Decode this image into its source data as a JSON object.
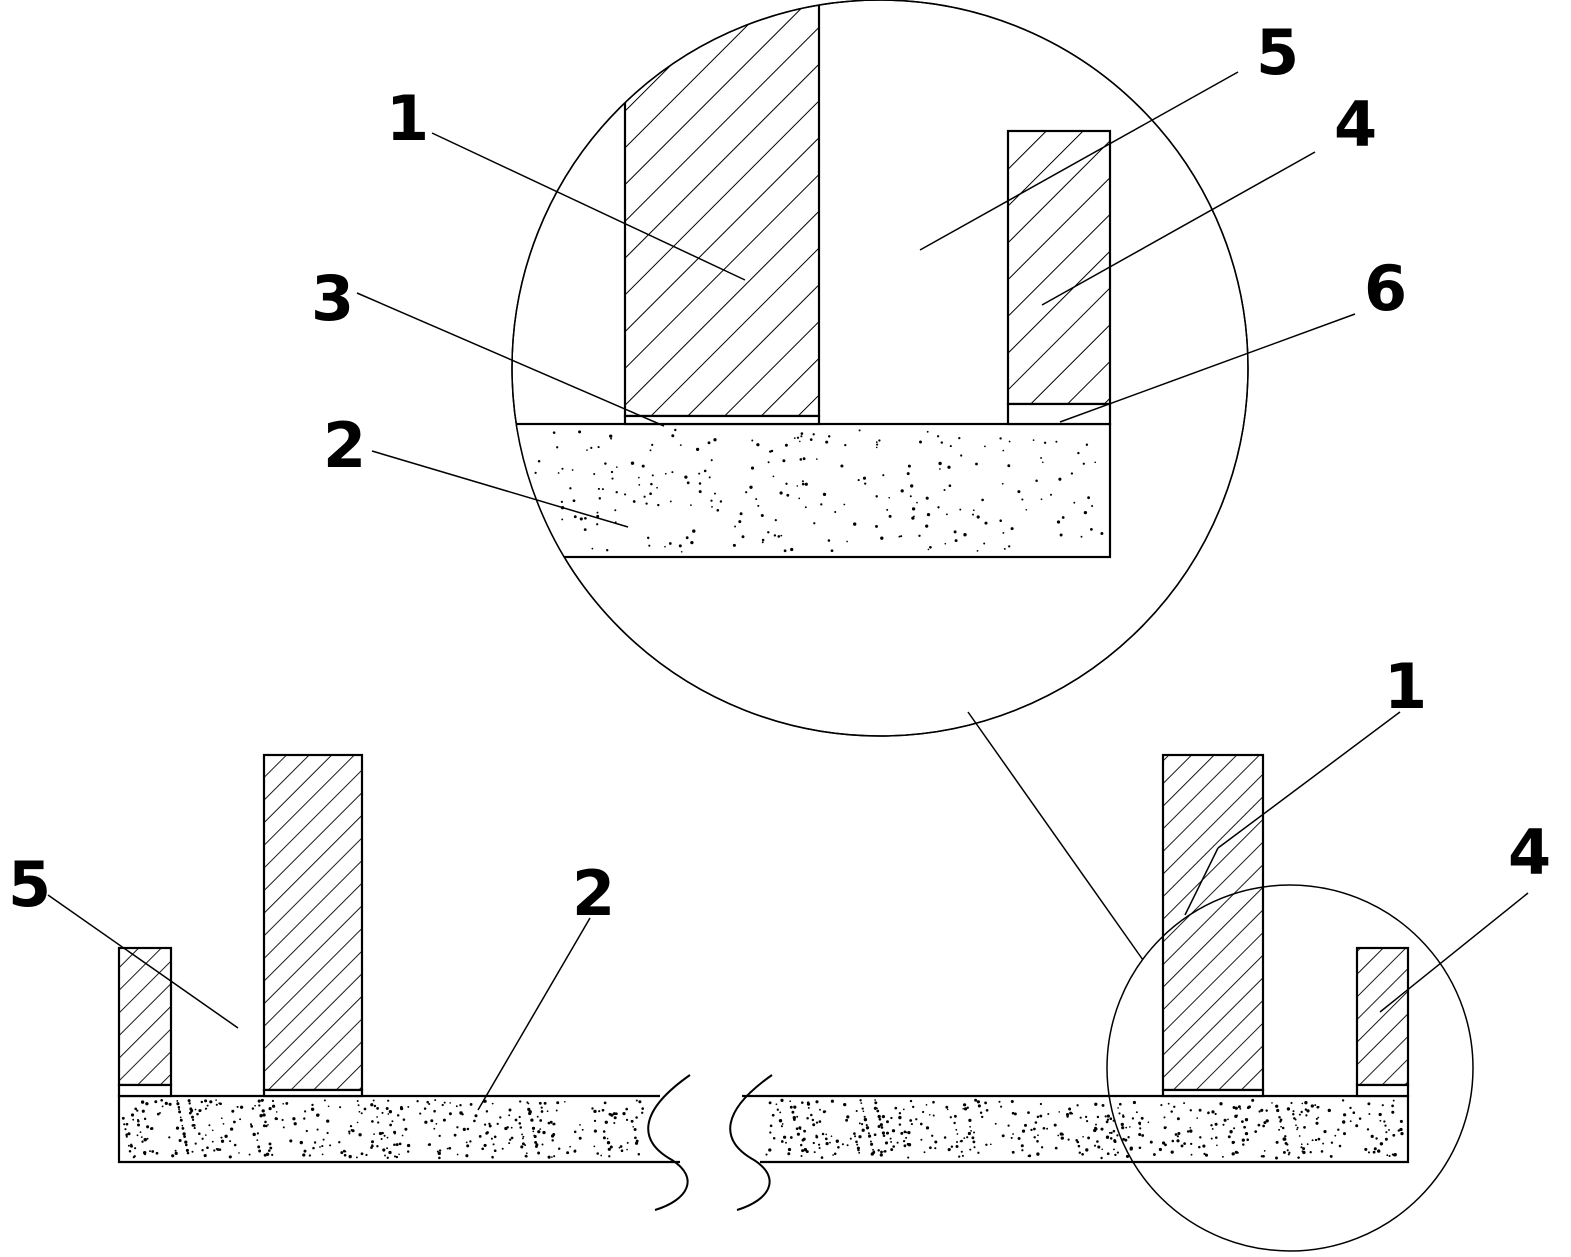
{
  "labels": {
    "detail": {
      "l1": "1",
      "l2": "2",
      "l3": "3",
      "l4": "4",
      "l5": "5",
      "l6": "6"
    },
    "main": {
      "l1": "1",
      "l2": "2",
      "l4": "4",
      "l5": "5"
    }
  },
  "colors": {
    "stroke": "#000000",
    "background": "#ffffff"
  }
}
